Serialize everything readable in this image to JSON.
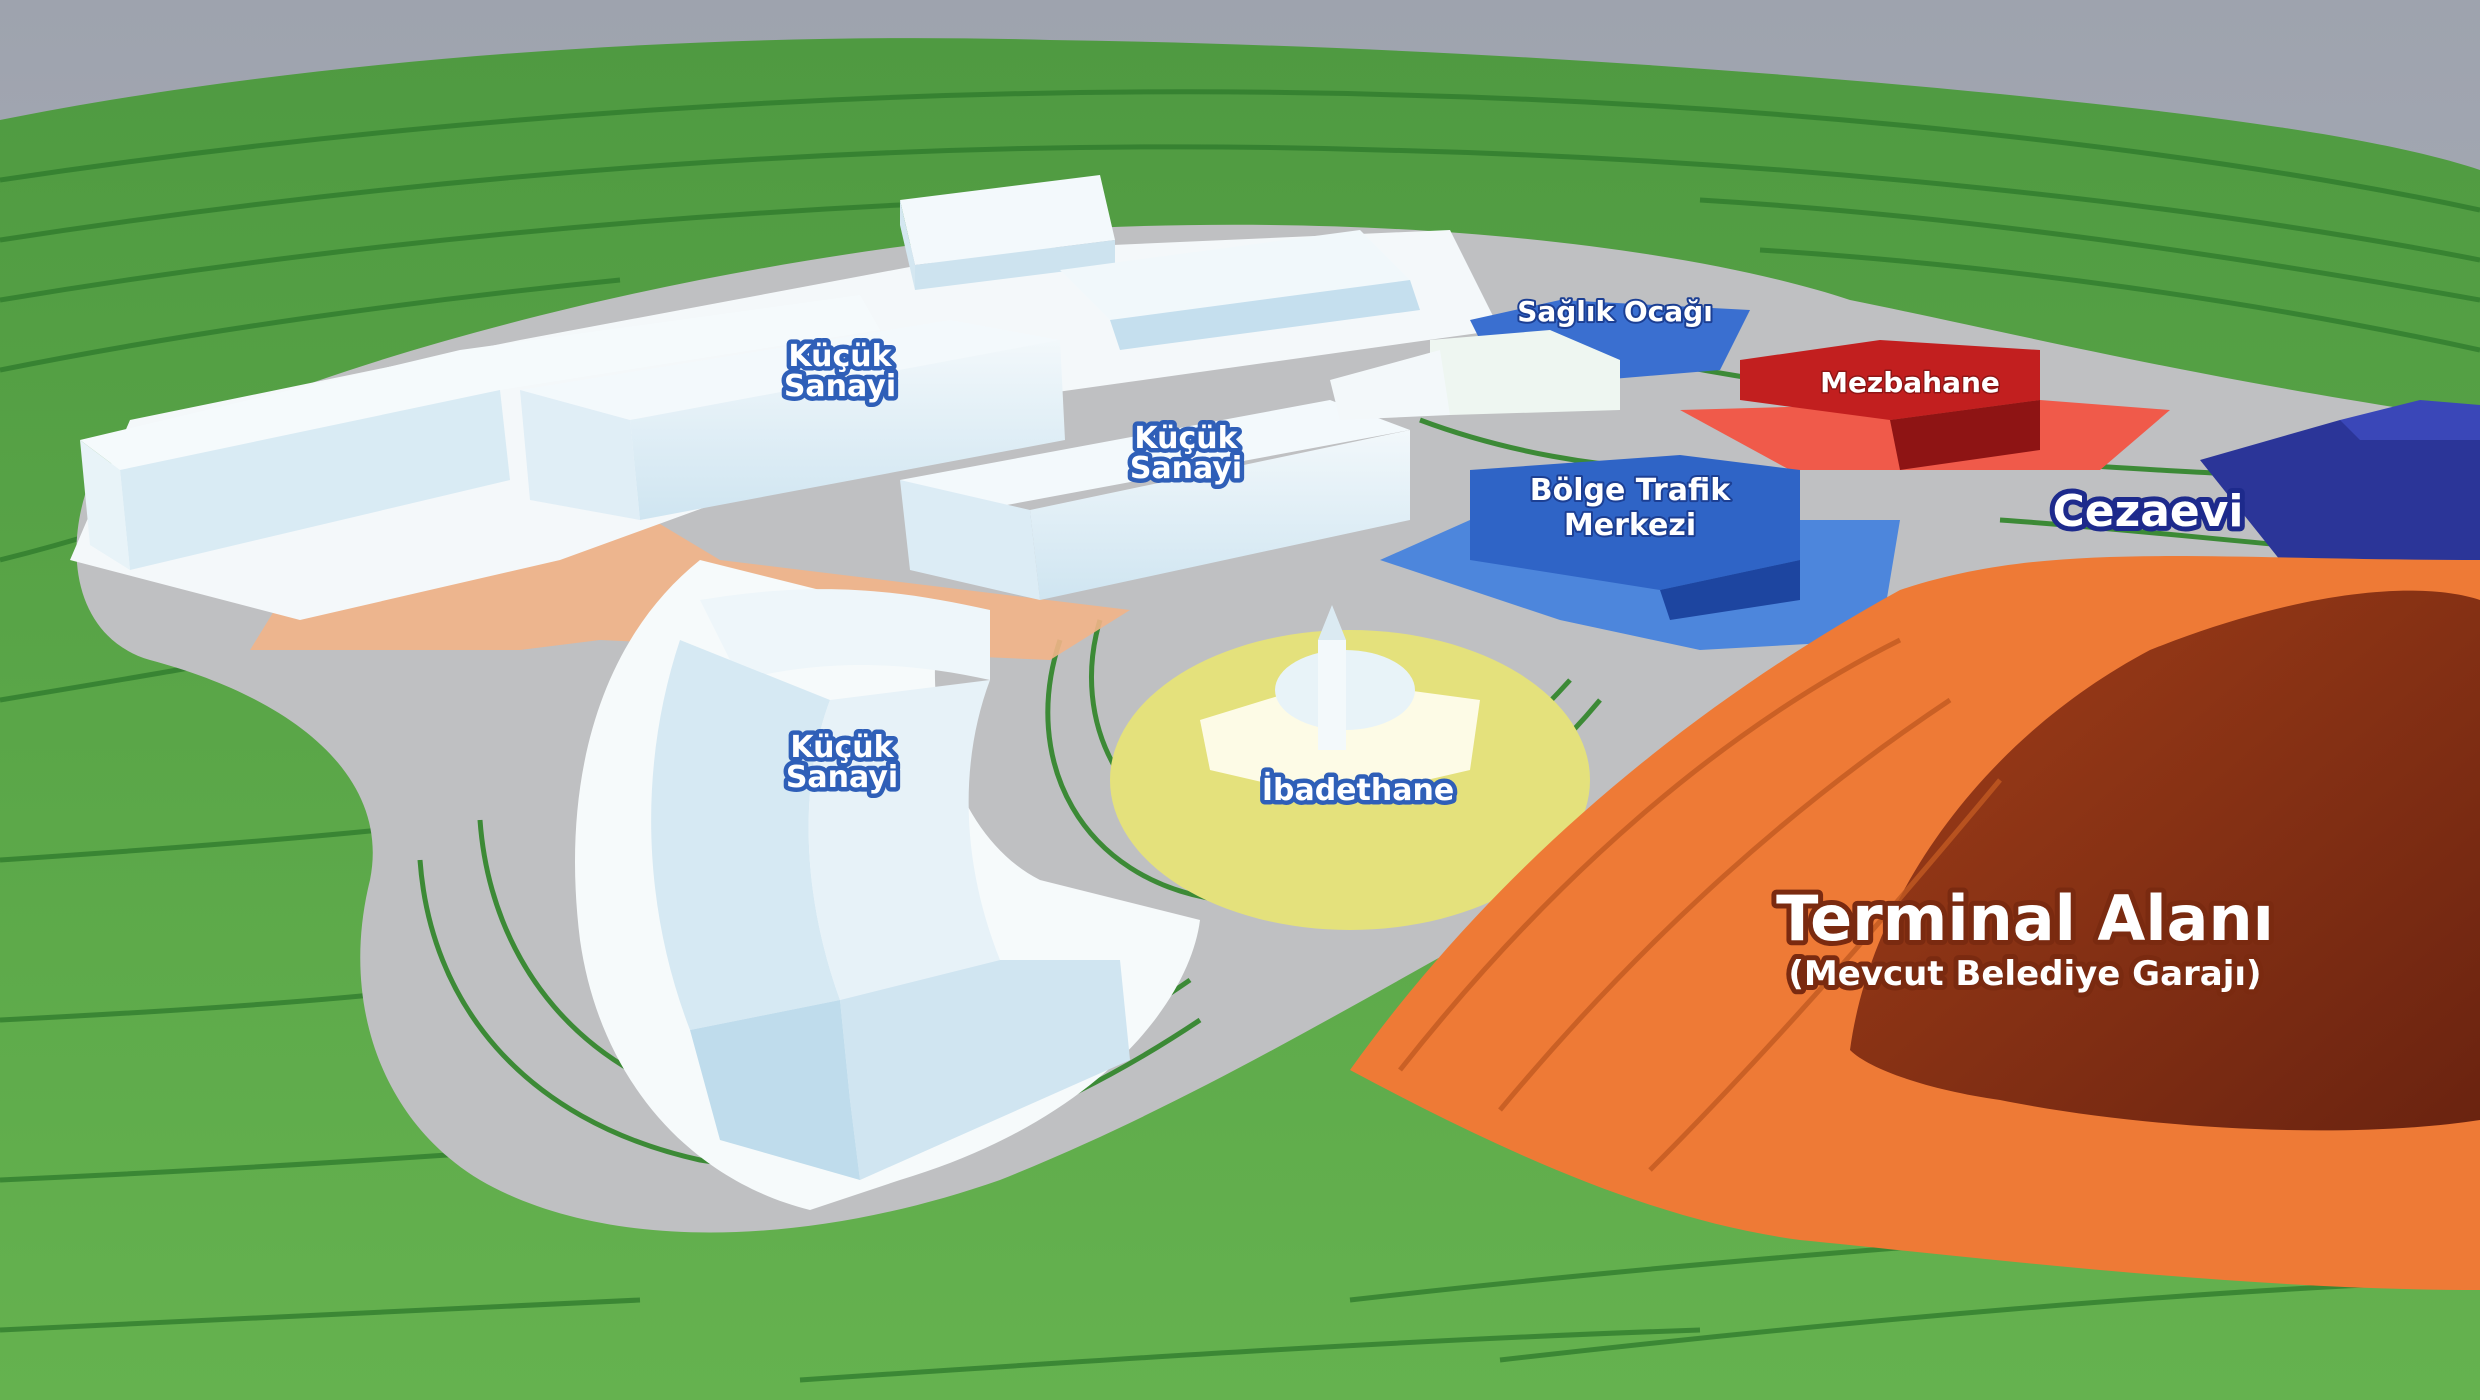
{
  "labels": {
    "kucuk_sanayi_1_line1": "Küçük",
    "kucuk_sanayi_1_line2": "Sanayi",
    "kucuk_sanayi_2_line1": "Küçük",
    "kucuk_sanayi_2_line2": "Sanayi",
    "kucuk_sanayi_3_line1": "Küçük",
    "kucuk_sanayi_3_line2": "Sanayi",
    "saglik_ocagi": "Sağlık Ocağı",
    "mezbahane": "Mezbahane",
    "bolge_trafik_line1": "Bölge Trafik",
    "bolge_trafik_line2": "Merkezi",
    "cezaevi": "Cezaevi",
    "ibadethane": "İbadethane",
    "terminal_title": "Terminal Alanı",
    "terminal_subtitle": "(Mevcut Belediye Garajı)"
  },
  "colors": {
    "sky": "#a9adb7",
    "terrain_green": "#5aa84a",
    "contour_dark": "#2f7a2e",
    "road_gray": "#bfc0c2",
    "building_white": "#e6f2f8",
    "building_blue": "#c9e2f0",
    "orange_zone": "#f0a870",
    "health_blue": "#2f65c8",
    "slaughter_red": "#b81d1d",
    "prison_navy": "#2a3196",
    "worship_yellow": "#e6e07a",
    "terminal_orange": "#ee7a36",
    "terminal_brown": "#8a3118"
  }
}
